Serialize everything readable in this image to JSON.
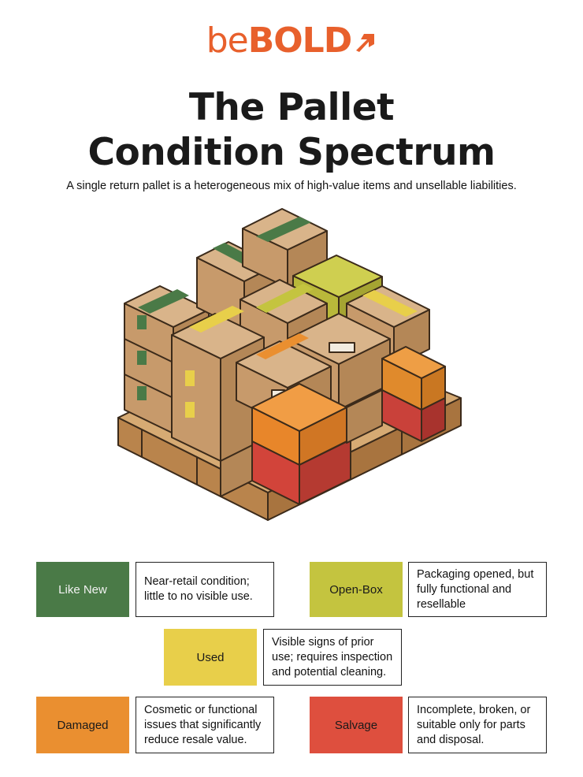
{
  "logo": {
    "part1": "be",
    "part2": "BOLD"
  },
  "header": {
    "title_line1": "The Pallet",
    "title_line2": "Condition Spectrum",
    "subtitle": "A single return pallet is a heterogeneous mix of high-value items and unsellable liabilities."
  },
  "legend": [
    {
      "label": "Like New",
      "color": "#4a7a47",
      "description": "Near-retail condition; little to no visible use."
    },
    {
      "label": "Open-Box",
      "color": "#c4c43f",
      "description": "Packaging opened, but fully functional and resellable"
    },
    {
      "label": "Used",
      "color": "#e8cf4a",
      "description": "Visible signs of prior use; requires inspection and potential cleaning."
    },
    {
      "label": "Damaged",
      "color": "#ea8f30",
      "description": "Cosmetic or functional issues that significantly reduce resale value."
    },
    {
      "label": "Salvage",
      "color": "#de4f3e",
      "description": "Incomplete, broken, or suitable only for parts and disposal."
    }
  ],
  "colors": {
    "brand": "#e8602c",
    "cardboard": "#c9a27a",
    "pallet": "#c99a62"
  }
}
